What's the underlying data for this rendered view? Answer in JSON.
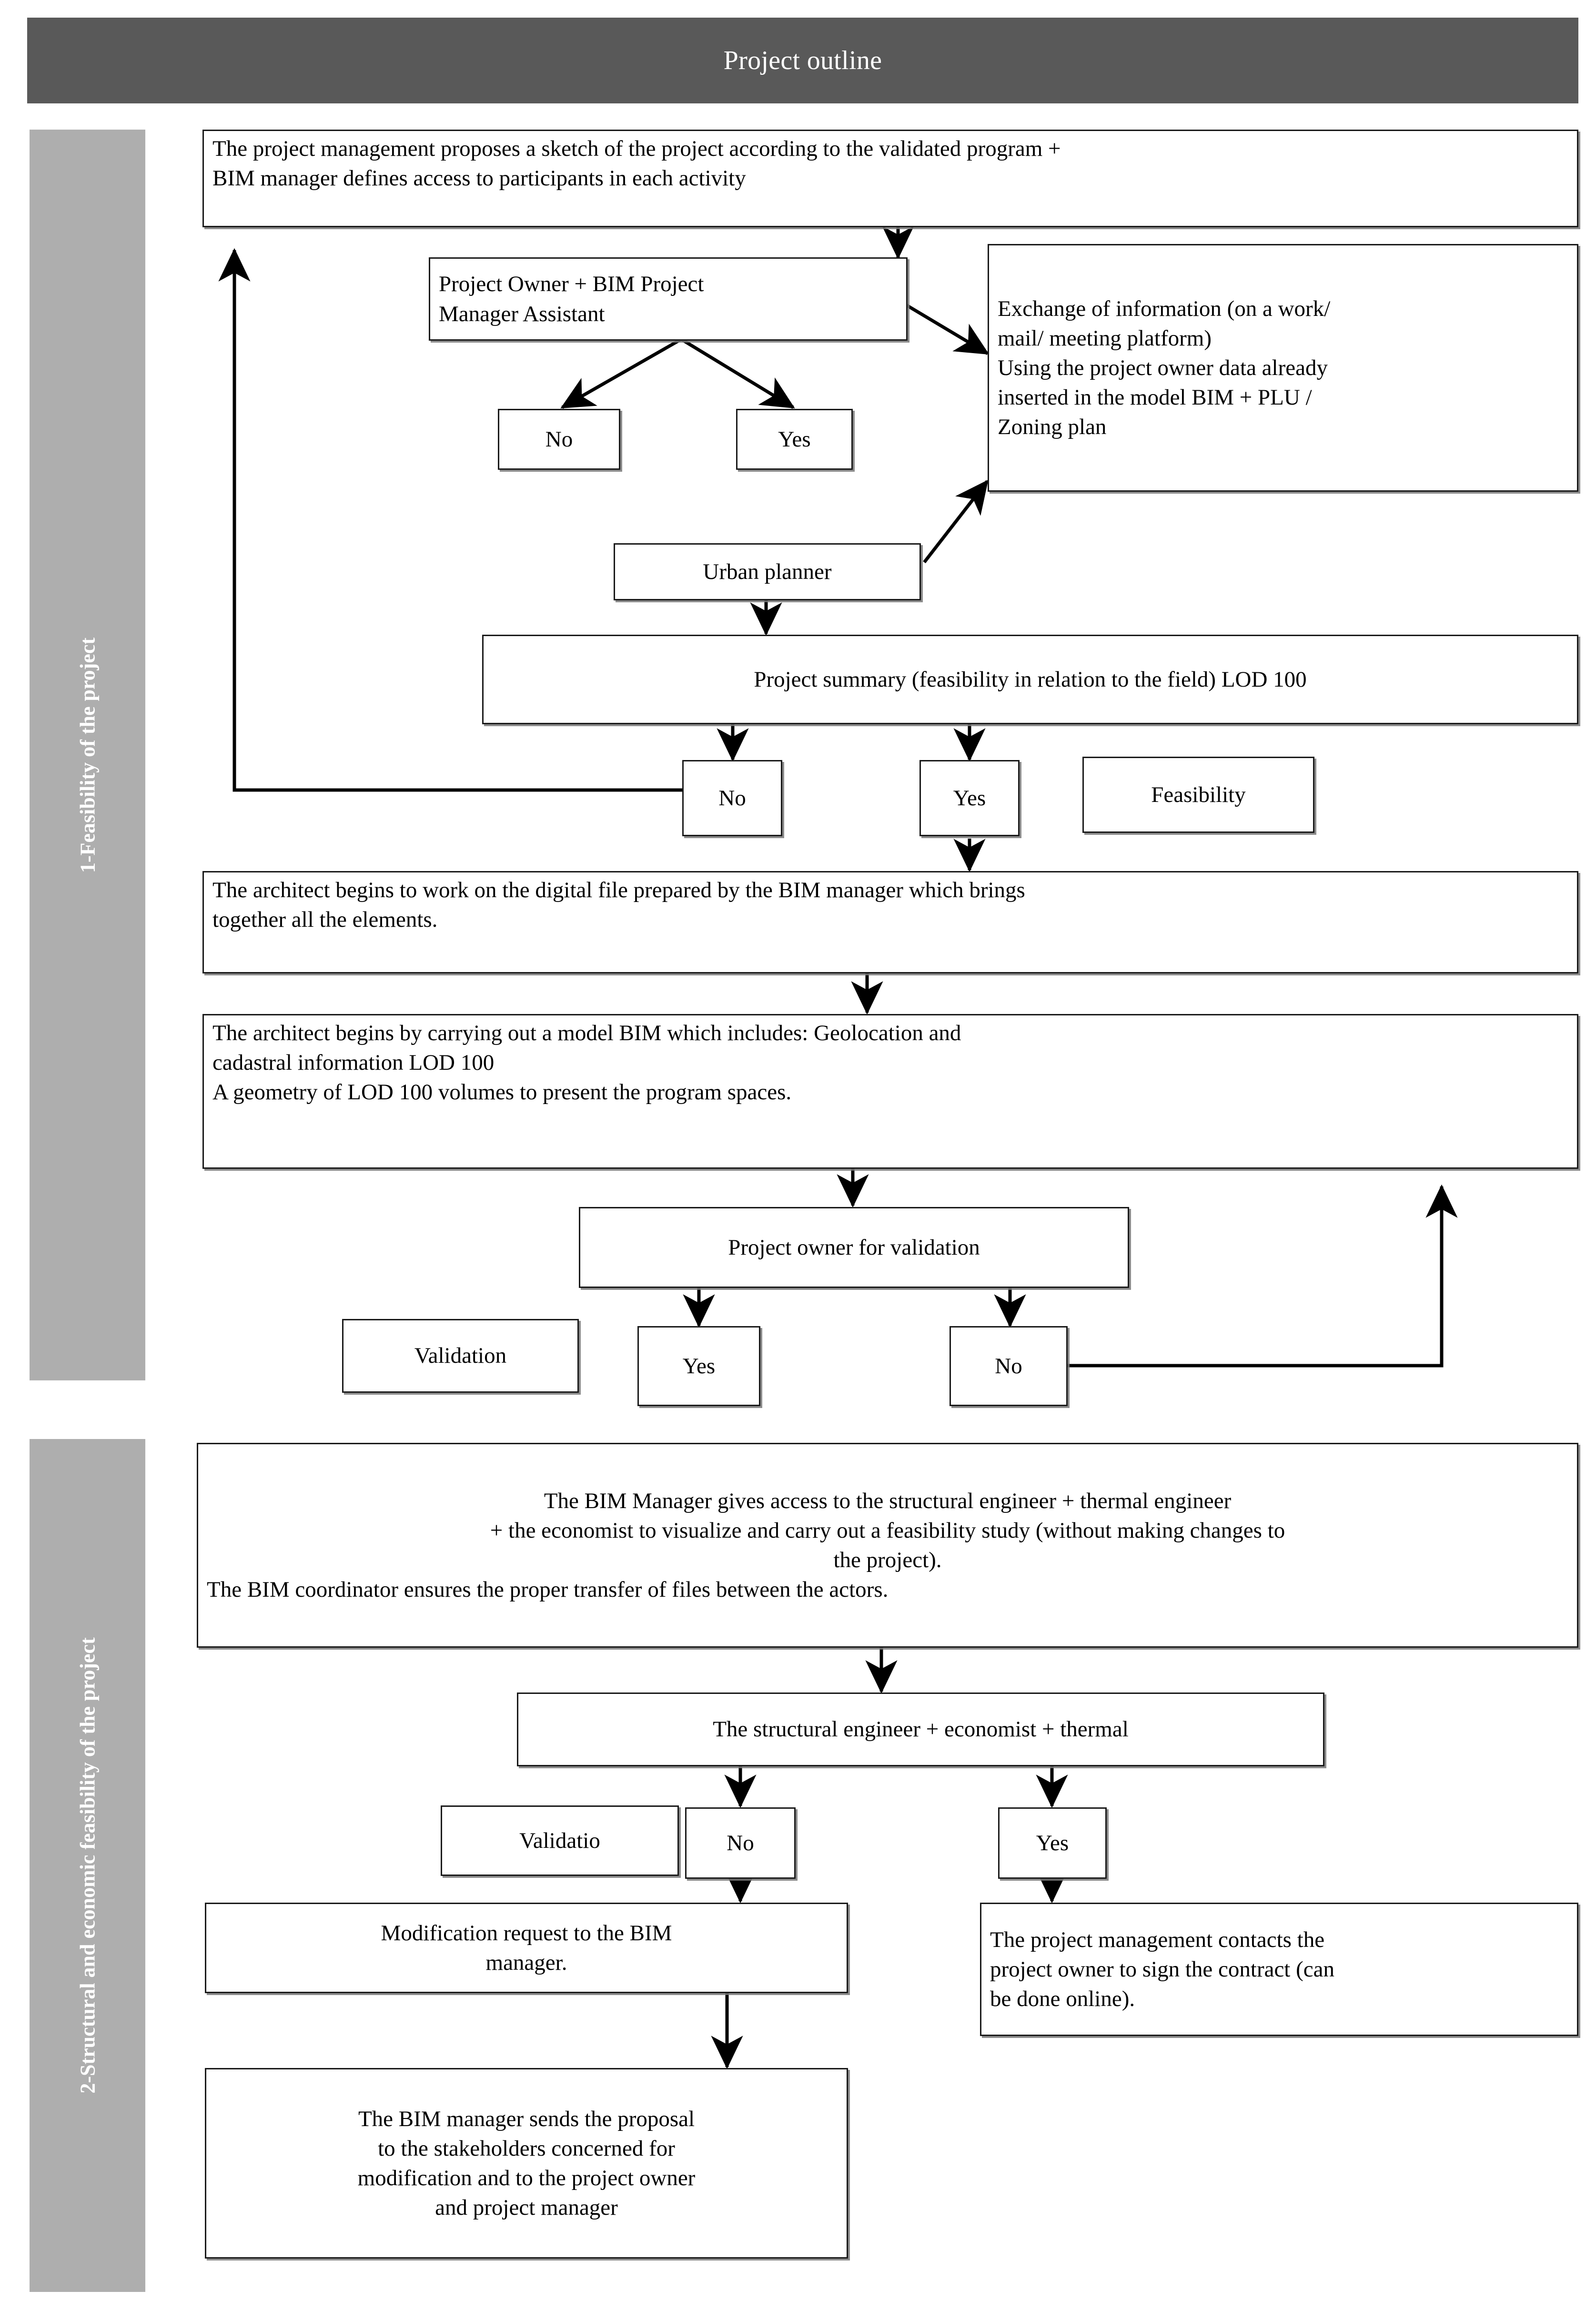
{
  "header": {
    "title": "Project outline"
  },
  "bands": [
    {
      "id": "band1",
      "label": "1-Feasibility of the project"
    },
    {
      "id": "band2",
      "label": "2-Structural and economic feasibility of the project"
    }
  ],
  "colors": {
    "header_bg": "#595959",
    "header_text": "#ffffff",
    "band_bg": "#aeaeae",
    "band_text": "#ffffff",
    "node_border": "#1a1a1a",
    "node_bg": "#ffffff",
    "node_shadow": "#787878",
    "connector": "#000000"
  },
  "section1": {
    "n1_line1": "The project management proposes a sketch of the project according to the validated program +",
    "n1_line2": "BIM manager defines access to participants in each activity",
    "n2_line1": "Project  Owner  +  BIM  Project",
    "n2_line2": "Manager Assistant",
    "n3_no": "No",
    "n4_yes": "Yes",
    "n5_line1": "Exchange of information (on a work/",
    "n5_line2": "mail/ meeting platform)",
    "n5_line3": "Using  the  project owner data already",
    "n5_line4": "inserted  in  the  model BIM + PLU /",
    "n5_line5": "Zoning plan",
    "n6_urban": "Urban planner",
    "n7_summary": "Project summary (feasibility in relation to the field) LOD 100",
    "n8_no": "No",
    "n9_yes": "Yes",
    "n10_feasibility": "Feasibility",
    "n11_line1": "The architect begins to work on the digital file prepared by the BIM manager which brings",
    "n11_line2": "together all the elements.",
    "n12_line1": "The  architect  begins  by  carrying  out  a  model  BIM  which  includes:  Geolocation  and",
    "n12_line2": "cadastral information LOD 100",
    "n12_line3": "A geometry of LOD 100 volumes to present the program spaces.",
    "n13_owner_validation": "Project owner for validation",
    "n14_validation": "Validation",
    "n15_yes": "Yes",
    "n16_no": "No"
  },
  "section2": {
    "n17_line1": "The BIM Manager gives access to the structural engineer + thermal engineer",
    "n17_line2": "+ the economist to visualize and carry out a feasibility study (without making changes to",
    "n17_line3": "the project).",
    "n17_line4": "The BIM coordinator ensures the proper transfer of files between the actors.",
    "n18_team": "The  structural  engineer  +  economist  +  thermal",
    "n19_validatio": "Validatio",
    "n20_no": "No",
    "n21_yes": "Yes",
    "n22_line1": "Modification request to the BIM",
    "n22_line2": "manager.",
    "n23_line1": "The project management contacts the",
    "n23_line2": "project owner to sign the contract (can",
    "n23_line3": "be done online).",
    "n24_line1": "The BIM manager sends the proposal",
    "n24_line2": "to the stakeholders concerned for",
    "n24_line3": "modification and to the project owner",
    "n24_line4": "and project manager"
  }
}
